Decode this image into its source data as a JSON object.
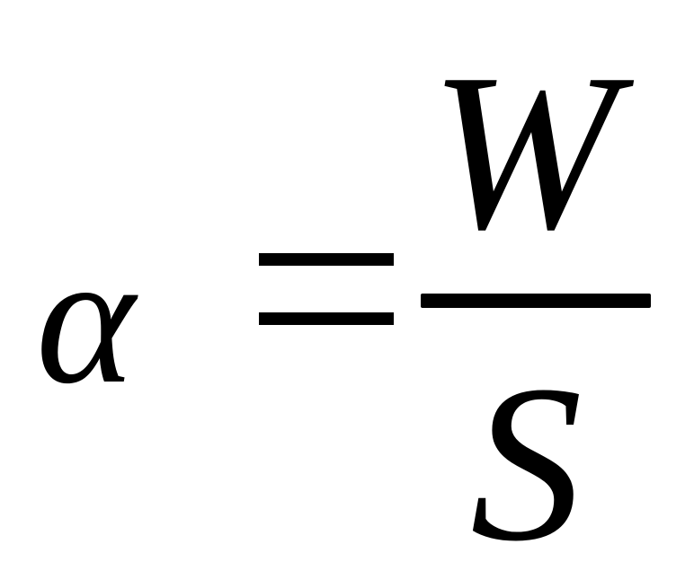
{
  "formula": {
    "lhs": "α",
    "numerator": "W",
    "denominator": "S"
  }
}
